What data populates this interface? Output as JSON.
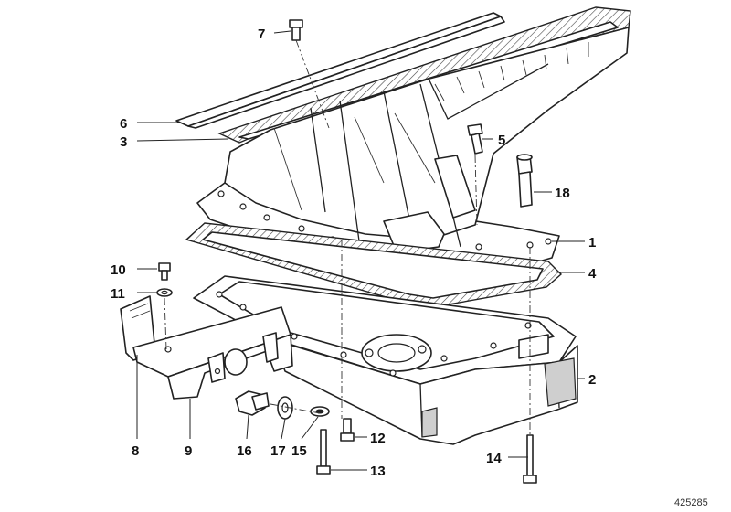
{
  "diagram": {
    "reference_number": "425285",
    "callouts": {
      "c1": "1",
      "c2": "2",
      "c3": "3",
      "c4": "4",
      "c5": "5",
      "c6": "6",
      "c7": "7",
      "c8": "8",
      "c9": "9",
      "c10": "10",
      "c11": "11",
      "c12": "12",
      "c13": "13",
      "c14": "14",
      "c15": "15",
      "c16": "16",
      "c17": "17",
      "c18": "18"
    }
  }
}
